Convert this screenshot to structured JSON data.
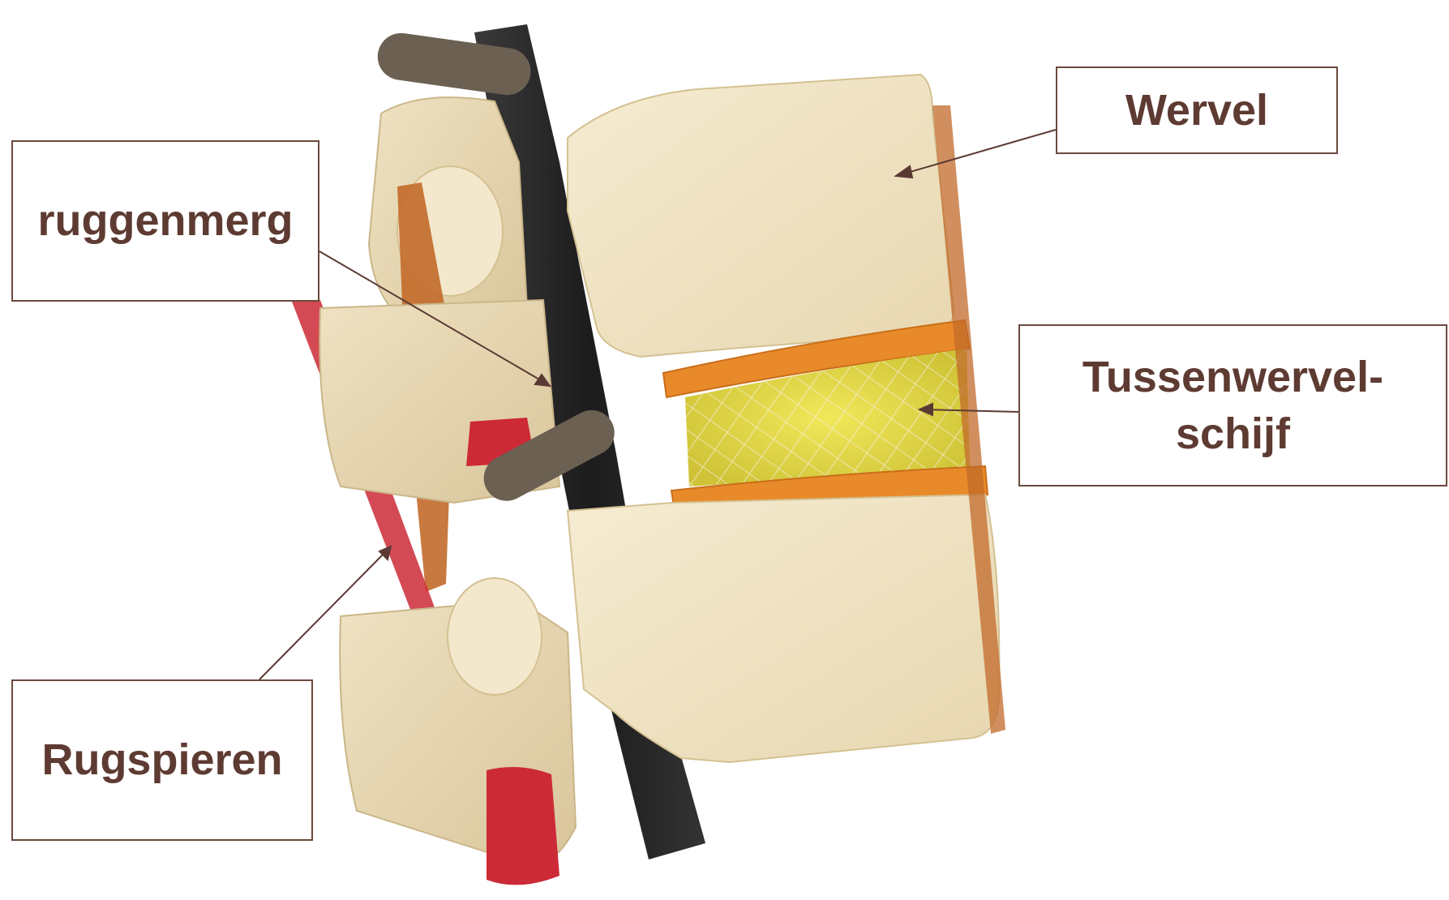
{
  "labels": {
    "wervel": "Wervel",
    "ruggenmerg": "ruggenmerg",
    "tussenwervelschijf_line1": "Tussenwervel-",
    "tussenwervelschijf_line2": "schijf",
    "rugspieren": "Rugspieren"
  },
  "colors": {
    "label_text": "#5e3b32",
    "label_border": "#6b4a3e",
    "leader_line": "#5a3a33",
    "bone": "#efe3c4",
    "disc_outer": "#e88a2a",
    "disc_core": "#e7d94a",
    "spinal_cord": "#2a2a2a",
    "nerve": "#6b6052",
    "muscle": "#cc2a36",
    "ligament": "#c26a2a"
  }
}
